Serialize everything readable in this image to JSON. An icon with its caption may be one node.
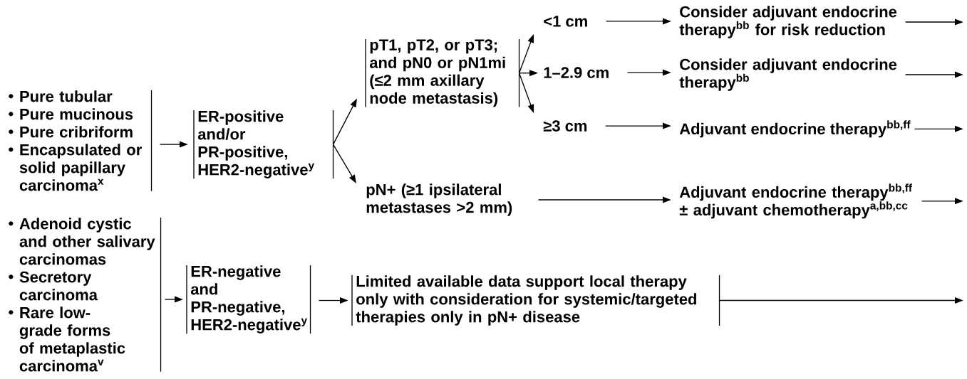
{
  "diagram": {
    "nodes": [
      {
        "text": [
          "Pure tubular",
          "Pure mucinous",
          "Pure cribriform",
          "Encapsulated or solid papillary carcinoma$^{x}$"
        ]
      },
      {
        "text": [
          "ER-positive and/or PR-positive, HER2-negative$^{y}$"
        ]
      },
      {
        "text": [
          "pT1, pT2, or pT3; and pN0 or pN1mi (≤2 mm axillary node metastasis)"
        ]
      },
      {
        "text": [
          "<1 cm"
        ]
      },
      {
        "text": [
          "1–2.9 cm"
        ]
      },
      {
        "text": [
          "≥3 cm"
        ]
      },
      {
        "text": [
          "pN+ (≥1 ipsilateral metastases >2 mm)"
        ]
      },
      {
        "text": [
          "Consider adjuvant endocrine therapy$^{bb}$ for risk reduction"
        ]
      },
      {
        "text": [
          "Consider adjuvant endocrine therapy$^{bb}$"
        ]
      },
      {
        "text": [
          "Adjuvant endocrine therapy$^{bb,ff}$"
        ]
      },
      {
        "text": [
          "Adjuvant endocrine therapy$^{bb,ff}$ ± adjuvant chemotherapy$^{a,bb,cc}$"
        ]
      },
      {
        "text": [
          "Adenoid cystic and other salivary carcinomas",
          "Secretory carcinoma",
          "Rare low-grade forms of metaplastic carcinoma$^{v}$"
        ]
      },
      {
        "text": [
          "ER-negative and PR-negative, HER2-negative$^{y}$"
        ]
      },
      {
        "text": [
          "Limited available data support local therapy only with consideration for systemic/targeted therapies only in pN+ disease"
        ]
      }
    ],
    "edges": [
      {
        "from": 0,
        "to": 1,
        "arrow": "to"
      },
      {
        "from": 1,
        "to": 2,
        "arrow": "to"
      },
      {
        "from": 1,
        "to": 6,
        "arrow": "to"
      },
      {
        "from": 2,
        "to": 3,
        "arrow": "to"
      },
      {
        "from": 2,
        "to": 4,
        "arrow": "to"
      },
      {
        "from": 2,
        "to": 5,
        "arrow": "to"
      },
      {
        "from": 3,
        "to": 7,
        "arrow": "to"
      },
      {
        "from": 4,
        "to": 8,
        "arrow": "to"
      },
      {
        "from": 5,
        "to": 9,
        "arrow": "to"
      },
      {
        "from": 6,
        "to": 10,
        "arrow": "to"
      },
      {
        "from": 7,
        "to": null,
        "arrow": "to"
      },
      {
        "from": 8,
        "to": null,
        "arrow": "to"
      },
      {
        "from": 9,
        "to": null,
        "arrow": "to"
      },
      {
        "from": 10,
        "to": null,
        "arrow": "to"
      },
      {
        "from": 11,
        "to": 12,
        "arrow": "to"
      },
      {
        "from": 12,
        "to": 13,
        "arrow": "to"
      },
      {
        "from": 13,
        "to": null,
        "arrow": "to"
      }
    ]
  }
}
